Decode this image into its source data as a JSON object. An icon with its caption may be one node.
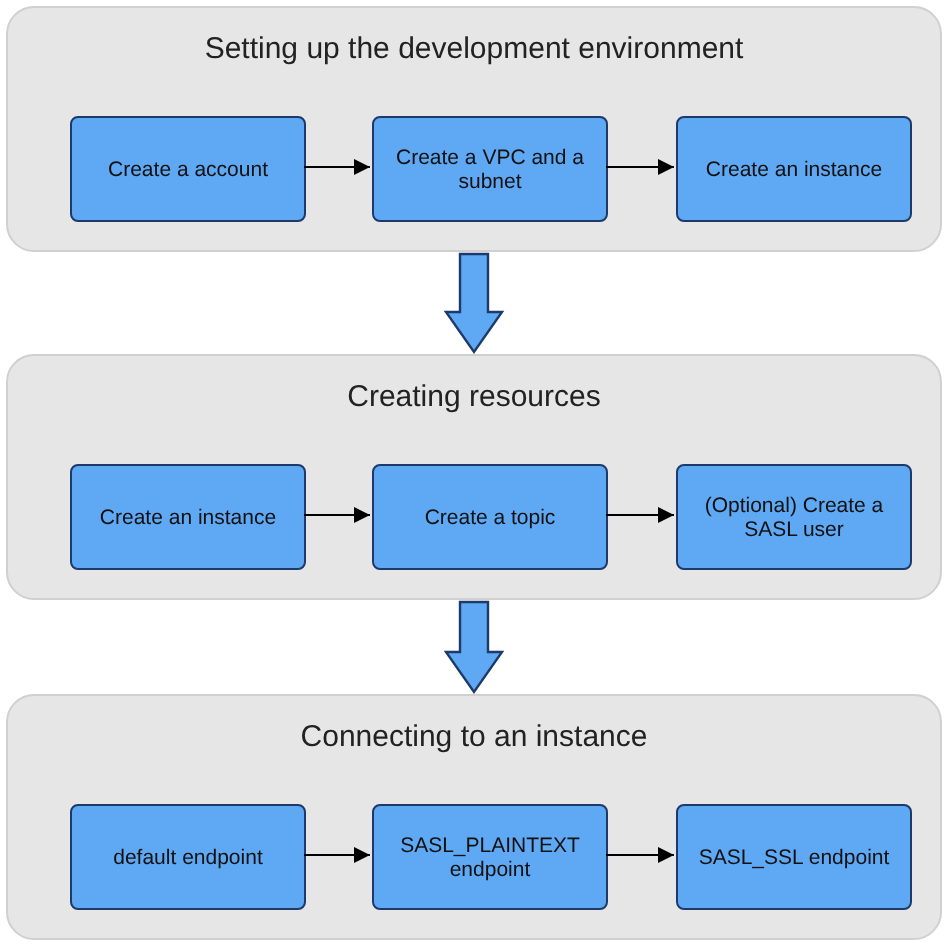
{
  "diagram": {
    "nodes": [
      {
        "text": [
          "Setting up the development environment"
        ]
      },
      {
        "text": [
          "Create a account"
        ],
        "in": 0
      },
      {
        "text": [
          "Create a VPC and a subnet"
        ],
        "in": 0
      },
      {
        "text": [
          "Create an instance"
        ],
        "in": 0
      },
      {
        "text": [
          "Creating resources"
        ]
      },
      {
        "text": [
          "Create an instance"
        ],
        "in": 4
      },
      {
        "text": [
          "Create a topic"
        ],
        "in": 4
      },
      {
        "text": [
          "(Optional) Create a SASL user"
        ],
        "in": 4
      },
      {
        "text": [
          "Connecting to an instance"
        ]
      },
      {
        "text": [
          "default endpoint"
        ],
        "in": 8
      },
      {
        "text": [
          "SASL_PLAINTEXT endpoint"
        ],
        "in": 8
      },
      {
        "text": [
          "SASL_SSL endpoint"
        ],
        "in": 8
      }
    ],
    "edges": [
      {
        "from": 1,
        "to": 2,
        "arrow": "to"
      },
      {
        "from": 2,
        "to": 3,
        "arrow": "to"
      },
      {
        "from": 0,
        "to": 4,
        "arrow": "to",
        "style": "thick"
      },
      {
        "from": 5,
        "to": 6,
        "arrow": "to"
      },
      {
        "from": 6,
        "to": 7,
        "arrow": "to"
      },
      {
        "from": 4,
        "to": 8,
        "arrow": "to",
        "style": "thick"
      },
      {
        "from": 9,
        "to": 10,
        "arrow": "to"
      },
      {
        "from": 10,
        "to": 11,
        "arrow": "to"
      }
    ]
  }
}
